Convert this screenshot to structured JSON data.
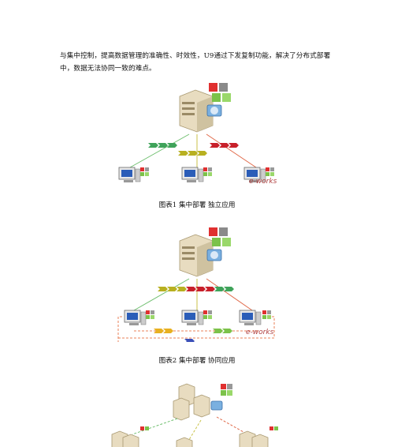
{
  "document": {
    "paragraph": "与集中控制，提高数据管理的准确性、时效性，U9通过下发复制功能，解决了分布式部署中，数据无法协同一致的难点。",
    "figure1": {
      "caption": "图表1 集中部署 独立应用"
    },
    "figure2": {
      "caption": "图表2 集中部署 协同应用"
    },
    "watermark": "e-works"
  },
  "colors": {
    "green_line": "#6fbf6f",
    "yellow_line": "#c9c24a",
    "red_line": "#e06a4a",
    "dashed_line": "#e8825a",
    "arrow_blue": "#3a4fb8"
  },
  "icons": [
    "server-icon",
    "colored-cubes-icon",
    "database-icon",
    "computer-icon",
    "arrow-chain-icon"
  ]
}
